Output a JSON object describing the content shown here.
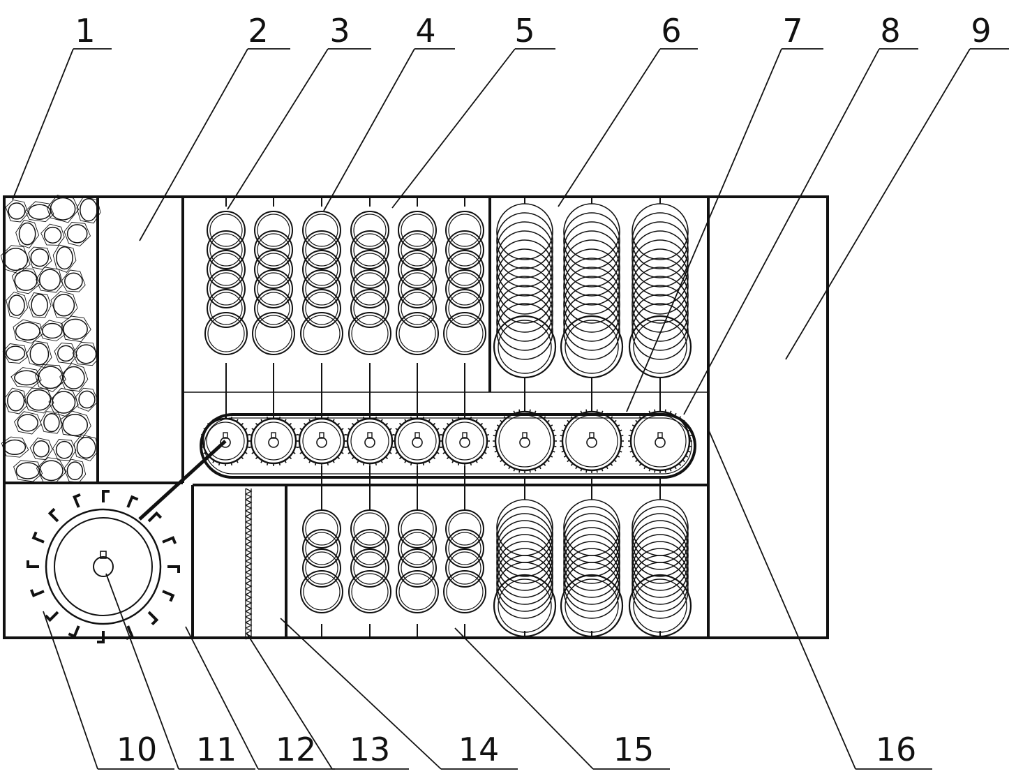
{
  "labels": {
    "top": [
      "1",
      "2",
      "3",
      "4",
      "5",
      "6",
      "7",
      "8",
      "9"
    ],
    "bottom": [
      "10",
      "11",
      "12",
      "13",
      "14",
      "15",
      "16"
    ]
  },
  "colors": {
    "line": "#111111",
    "background": "#ffffff"
  }
}
